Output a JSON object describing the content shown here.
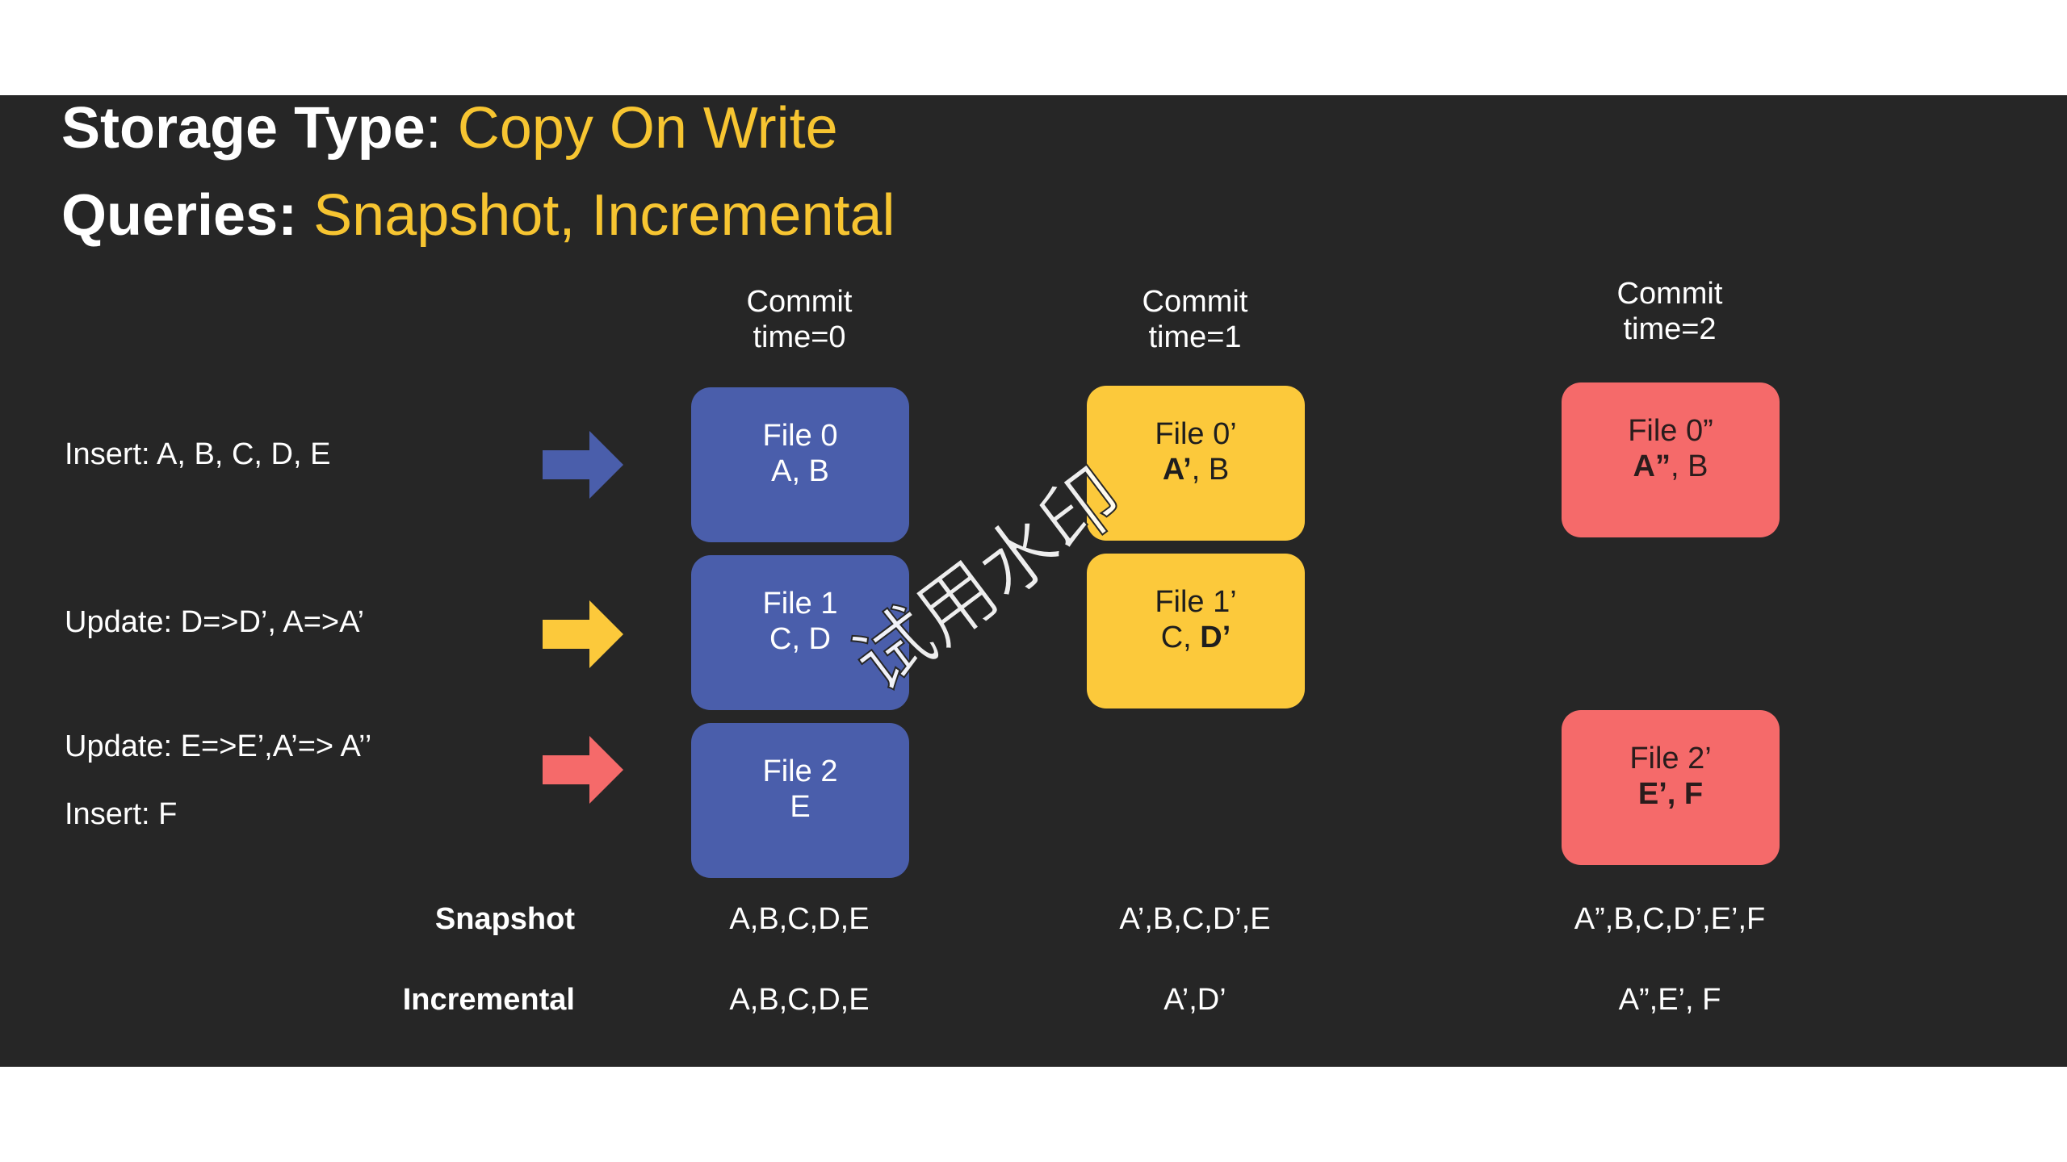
{
  "title": {
    "storage_label": "Storage Type",
    "storage_sep": ": ",
    "storage_value": "Copy On Write",
    "queries_label": "Queries: ",
    "queries_value": "Snapshot, Incremental"
  },
  "commits": [
    {
      "line1": "Commit",
      "line2": "time=0"
    },
    {
      "line1": "Commit",
      "line2": "time=1"
    },
    {
      "line1": "Commit",
      "line2": "time=2"
    }
  ],
  "operations": {
    "insert": "Insert: A, B, C, D, E",
    "update_1": "Update: D=>D’, A=>A’",
    "update_2": "Update: E=>E’,A’=> A’’",
    "insert_2": "Insert:   F"
  },
  "arrows": {
    "blue": "#4a5eab",
    "yellow": "#fcc93b",
    "red": "#f56a6a"
  },
  "files": {
    "file0": {
      "name": "File 0",
      "contents": "A, B"
    },
    "file1": {
      "name": "File 1",
      "contents": "C, D"
    },
    "file2": {
      "name": "File 2",
      "contents": "E"
    },
    "file0p": {
      "name": "File 0’",
      "bold": "A’",
      "rest": ", B"
    },
    "file1p": {
      "name": "File 1’",
      "rest": "C, ",
      "bold": "D’"
    },
    "file0pp": {
      "name": "File 0”",
      "bold": "A”",
      "rest": ", B"
    },
    "file2p": {
      "name": "File 2’",
      "bold": "E’, F"
    }
  },
  "table": {
    "snapshot_label": "Snapshot",
    "incremental_label": "Incremental",
    "snapshot": [
      "A,B,C,D,E",
      "A’,B,C,D’,E",
      "A”,B,C,D’,E’,F"
    ],
    "incremental": [
      "A,B,C,D,E",
      "A’,D’",
      "A”,E’, F"
    ]
  },
  "watermark": "试用水印"
}
